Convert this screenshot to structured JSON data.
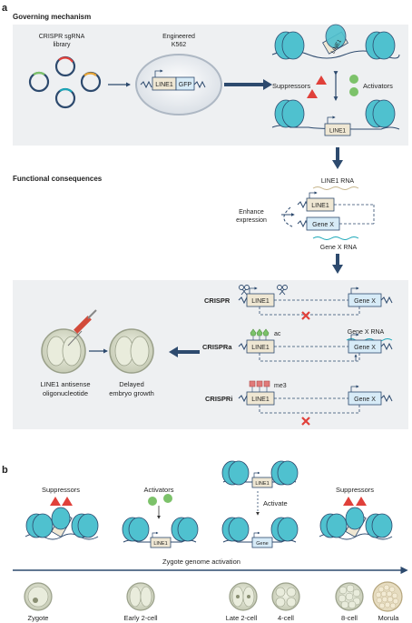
{
  "panel_a": {
    "letter": "a",
    "section1_title": "Governing mechanism",
    "library_line1": "CRISPR sgRNA",
    "library_line2": "library",
    "engineered_line1": "Engineered",
    "engineered_line2": "K562",
    "line1": "LINE1",
    "gfp": "GFP",
    "suppressors": "Suppressors",
    "activators": "Activators",
    "section2_title": "Functional consequences",
    "line1_rna": "LINE1 RNA",
    "enhance_line1": "Enhance",
    "enhance_line2": "expression",
    "gene_x": "Gene X",
    "gene_x_rna": "Gene X RNA",
    "crispr": "CRISPR",
    "crispra": "CRISPRa",
    "crispri": "CRISPRi",
    "ac": "ac",
    "me3": "me3",
    "aso_line1": "LINE1 antisense",
    "aso_line2": "oligonucleotide",
    "delayed_line1": "Delayed",
    "delayed_line2": "embryo growth"
  },
  "panel_b": {
    "letter": "b",
    "suppressors": "Suppressors",
    "activators": "Activators",
    "activate": "Activate",
    "line1": "LINE1",
    "gene": "Gene",
    "zga": "Zygote genome activation",
    "stages": [
      "Zygote",
      "Early 2-cell",
      "Late 2-cell",
      "4-cell",
      "8-cell",
      "Morula"
    ]
  },
  "colors": {
    "panel_bg": "#eef0f2",
    "navy": "#2d4a6e",
    "teal": "#1aa7b8",
    "nucleosome": "#4fc1cf",
    "line1_box": "#efe7d3",
    "gfp_box": "#d7ebf7",
    "gene_box": "#d7ebf7",
    "red": "#e0403a",
    "green": "#7cc26a",
    "cell": "#dfe3d2"
  }
}
